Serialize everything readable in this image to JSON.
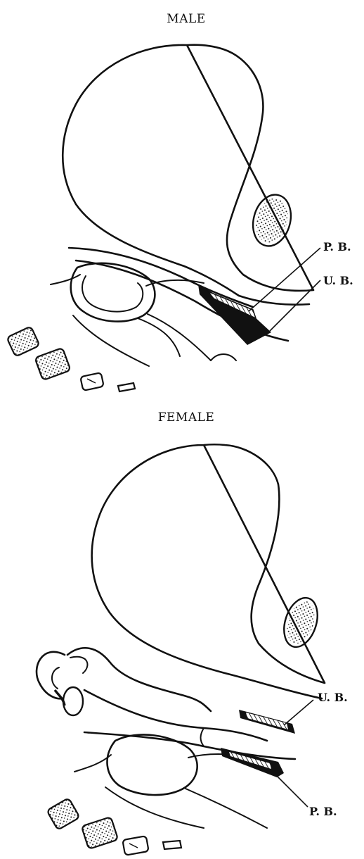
{
  "diagrams": [
    {
      "heading": "MALE",
      "labels": {
        "pb": "P. B.",
        "ub": "U. B."
      }
    },
    {
      "heading": "FEMALE",
      "labels": {
        "ub": "U. B.",
        "pb": "P. B."
      }
    }
  ]
}
